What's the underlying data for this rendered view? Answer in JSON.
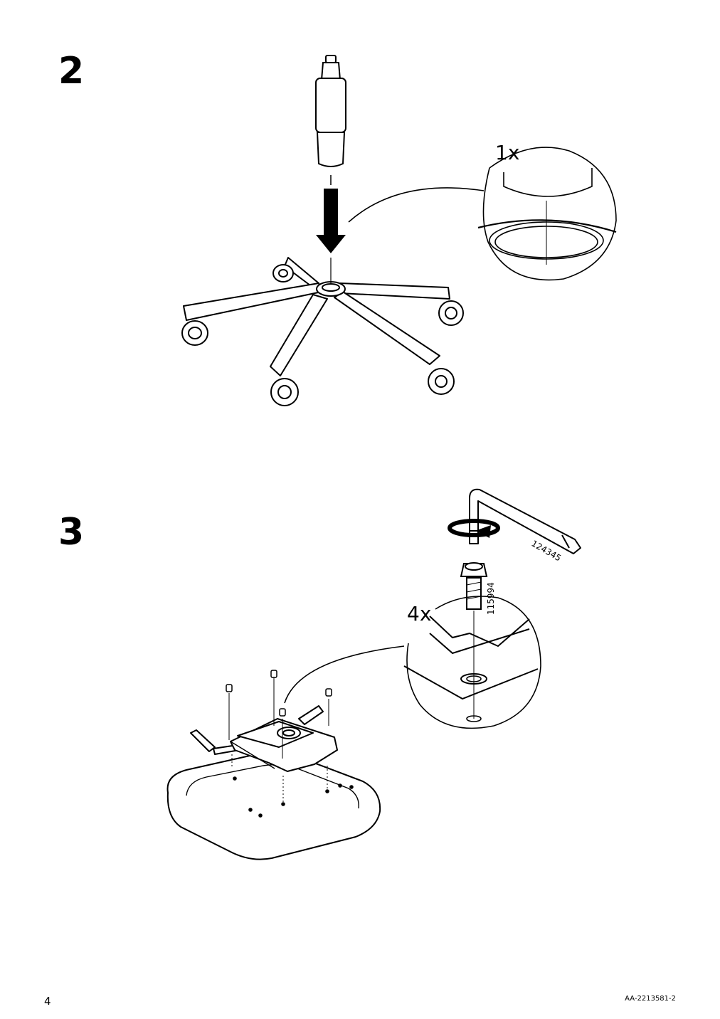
{
  "steps": [
    {
      "number": "2",
      "detail_quantity": "1x"
    },
    {
      "number": "3",
      "detail_quantity": "4x",
      "tool_part": "124345",
      "screw_part": "115994"
    }
  ],
  "footer": {
    "page_number": "4",
    "document_code": "AA-2213581-2"
  }
}
